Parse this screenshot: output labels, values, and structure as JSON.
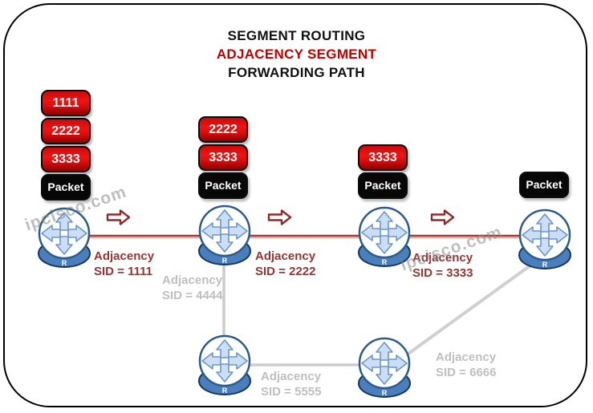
{
  "title": {
    "line1": "SEGMENT ROUTING",
    "line2": "ADJACENCY SEGMENT",
    "line3": "FORWARDING PATH"
  },
  "watermark": {
    "text": "ipcisco.com"
  },
  "stacks": [
    {
      "boxes": [
        {
          "label": "1111"
        },
        {
          "label": "2222"
        },
        {
          "label": "3333"
        },
        {
          "label": "Packet"
        }
      ]
    },
    {
      "boxes": [
        {
          "label": "2222"
        },
        {
          "label": "3333"
        },
        {
          "label": "Packet"
        }
      ]
    },
    {
      "boxes": [
        {
          "label": "3333"
        },
        {
          "label": "Packet"
        }
      ]
    },
    {
      "boxes": [
        {
          "label": "Packet"
        }
      ]
    }
  ],
  "routers": [
    {
      "label": "R"
    },
    {
      "label": "R"
    },
    {
      "label": "R"
    },
    {
      "label": "R"
    },
    {
      "label": "R"
    },
    {
      "label": "R"
    }
  ],
  "adjacency_labels": [
    {
      "line1": "Adjacency",
      "line2": "SID = 1111",
      "state": "active"
    },
    {
      "line1": "Adjacency",
      "line2": "SID = 2222",
      "state": "active"
    },
    {
      "line1": "Adjacency",
      "line2": "SID = 3333",
      "state": "active"
    },
    {
      "line1": "Adjacency",
      "line2": "SID = 4444",
      "state": "inactive"
    },
    {
      "line1": "Adjacency",
      "line2": "SID = 5555",
      "state": "inactive"
    },
    {
      "line1": "Adjacency",
      "line2": "SID = 6666",
      "state": "inactive"
    }
  ],
  "colors": {
    "title_red": "#c00000",
    "label_red": "#943634",
    "label_gray": "#bfbfbf",
    "active_path": "#a23832",
    "inactive_path": "#cccccc",
    "sid_box_red": "#e01010",
    "packet_box_black": "#070707",
    "router_base_blue": "#4a7ebc",
    "router_ring_blue": "#2e5c8a",
    "frame_black": "#000000"
  },
  "icons": {
    "flow_arrow": "block-arrow-right",
    "router": "cisco-router"
  }
}
